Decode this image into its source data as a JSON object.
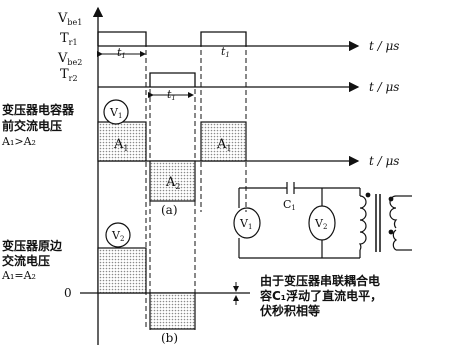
{
  "labels": {
    "vbe1": "V",
    "vbe1_sub": "be1",
    "tr1": "T",
    "tr1_sub": "r1",
    "vbe2": "V",
    "vbe2_sub": "be2",
    "tr2": "T",
    "tr2_sub": "r2",
    "t1": "t",
    "t1_sub": "1",
    "t_us": "t / μs",
    "v1": "V",
    "v1_sub": "1",
    "v2": "V",
    "v2_sub": "2",
    "a1": "A",
    "a1_sub": "1",
    "a2": "A",
    "a2_sub": "2",
    "c1": "C",
    "c1_sub": "1",
    "zero": "0",
    "caption_a": "(a)",
    "caption_b": "(b)"
  },
  "text": {
    "front_voltage_line1": "变压器电容器",
    "front_voltage_line2": "前交流电压",
    "front_voltage_line3": "A₁>A₂",
    "primary_voltage_line1": "变压器原边",
    "primary_voltage_line2": "交流电压",
    "primary_voltage_line3": "A₁=A₂",
    "note_line1": "由于变压器串联耦合电",
    "note_line2": "容C₁浮动了直流电平，",
    "note_line3": "伏秒积相等"
  },
  "colors": {
    "ink": "#111111",
    "dots": "#9a9a9a"
  }
}
